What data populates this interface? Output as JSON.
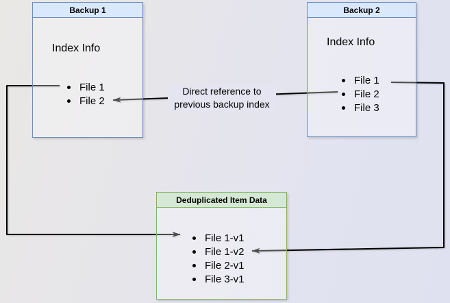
{
  "diagram": {
    "background_from": "#eae8e5",
    "background_to": "#dfe1f0",
    "connector_color": "#000000"
  },
  "boxes": {
    "backup1": {
      "title": "Backup 1",
      "body_label": "Index Info",
      "files": [
        "File 1",
        "File 2"
      ],
      "header_fill": "#dae8fc",
      "border_color": "#6c8ebf"
    },
    "backup2": {
      "title": "Backup 2",
      "body_label": "Index Info",
      "files": [
        "File 1",
        "File 2",
        "File 3"
      ],
      "header_fill": "#dae8fc",
      "border_color": "#6c8ebf"
    },
    "dedup": {
      "title": "Deduplicated Item Data",
      "files": [
        "File 1-v1",
        "File 1-v2",
        "File 2-v1",
        "File 3-v1"
      ],
      "header_fill": "#d5e8d4",
      "border_color": "#82b366"
    }
  },
  "labels": {
    "direct_reference": {
      "line1": "Direct reference to",
      "line2": "previous backup index"
    }
  }
}
